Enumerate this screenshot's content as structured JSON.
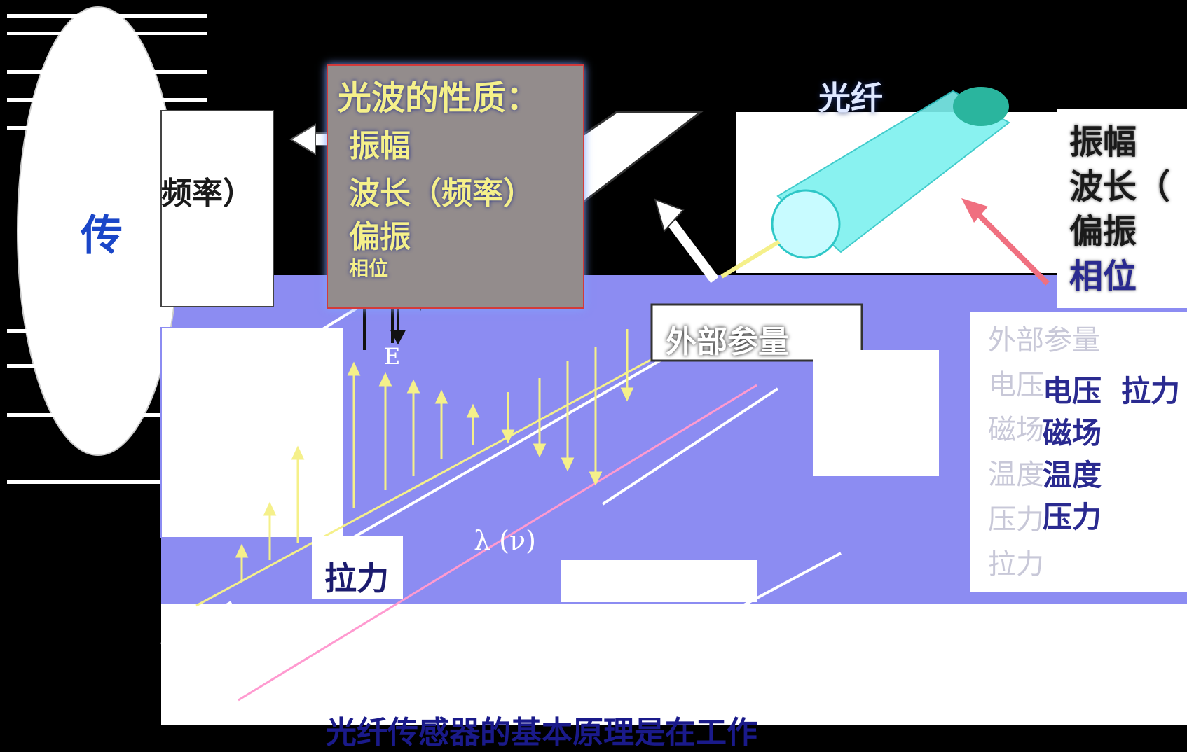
{
  "props_box": {
    "title": "光波的性质：",
    "items": [
      "振幅",
      "波长（频率）",
      "偏振",
      "相位"
    ]
  },
  "fiber_label": "光纤",
  "left_label": "频率）",
  "left_char": "传",
  "external_title": "外部参量",
  "outer_panel_items": [
    "外部参量",
    "电压",
    "磁场",
    "温度",
    "压力",
    "拉力"
  ],
  "right_panel_items": [
    "振幅",
    "波长（",
    "偏振",
    "相位"
  ],
  "measurand_highlights": [
    "电压",
    "磁场",
    "温度",
    "压力",
    "拉力"
  ],
  "pull_label": "拉力",
  "e_label": "E",
  "lambda_label": "λ (ν)",
  "footer": "光纤传感器的基本原理是在工作"
}
